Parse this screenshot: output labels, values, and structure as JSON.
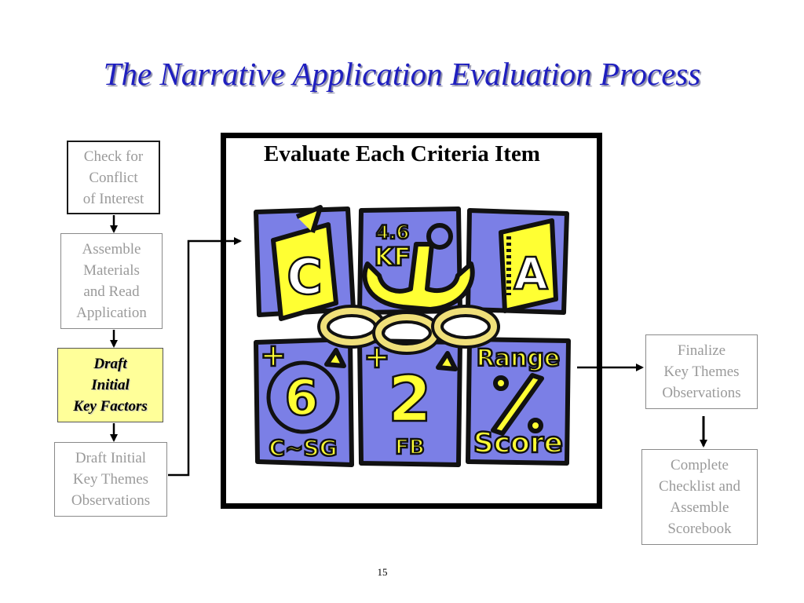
{
  "title": "The Narrative Application Evaluation Process",
  "steps": {
    "check_conflict": "Check for\nConflict\nof Interest",
    "assemble": "Assemble\nMaterials\nand Read\nApplication",
    "draft_factors": "Draft\nInitial\nKey Factors",
    "draft_themes": "Draft Initial\nKey Themes\nObservations",
    "finalize": "Finalize\nKey Themes\nObservations",
    "complete": "Complete\nChecklist and\nAssemble\nScorebook"
  },
  "main": {
    "heading": "Evaluate Each Criteria Item",
    "tiles": {
      "c": "C",
      "kf_top": "4.6",
      "kf": "KF",
      "a": "A",
      "six": "6",
      "csg": "C~SG",
      "two": "2",
      "fb": "FB",
      "range": "Range",
      "percent": "%",
      "score": "Score"
    }
  },
  "page_number": "15",
  "colors": {
    "title": "#1f1fbf",
    "tile": "#7b7fe6",
    "accent": "#ffff33",
    "active_box": "#ffff99"
  }
}
